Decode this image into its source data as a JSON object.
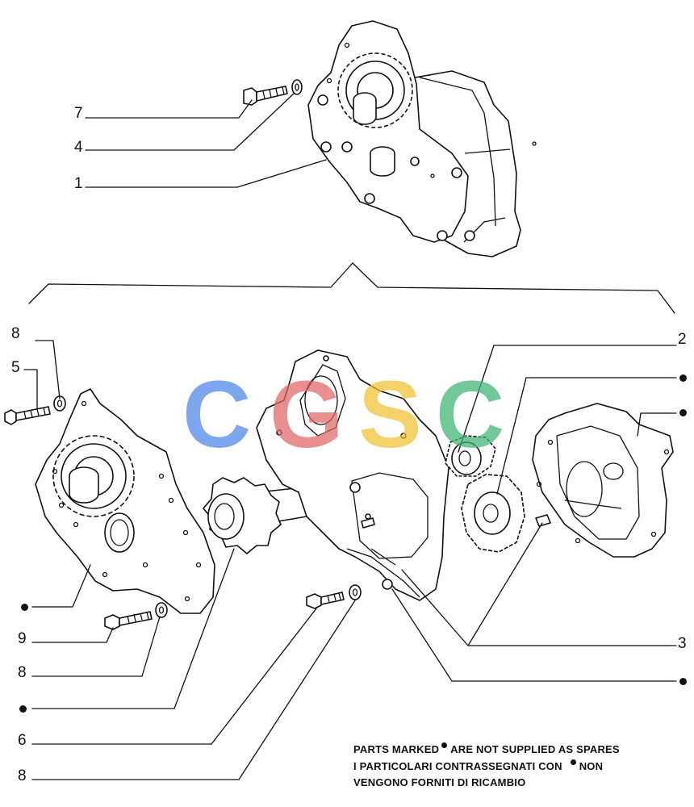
{
  "callouts": {
    "c7": "7",
    "c4": "4",
    "c1": "1",
    "c8a": "8",
    "c5": "5",
    "c2": "2",
    "c3": "3",
    "c9": "9",
    "c8b": "8",
    "c6": "6",
    "c8c": "8"
  },
  "note": {
    "line1_a": "PARTS MARKED",
    "line1_b": "ARE NOT SUPPLIED AS SPARES",
    "line2_a": "I PARTICOLARI CONTRASSEGNATI CON",
    "line2_b": "NON",
    "line3": "VENGONO FORNITI DI RICAMBIO"
  },
  "watermark": {
    "letters": [
      "C",
      "G",
      "S",
      "C"
    ],
    "colors": [
      "#4a86e8",
      "#e06666",
      "#f1c232",
      "#3cb371"
    ]
  }
}
